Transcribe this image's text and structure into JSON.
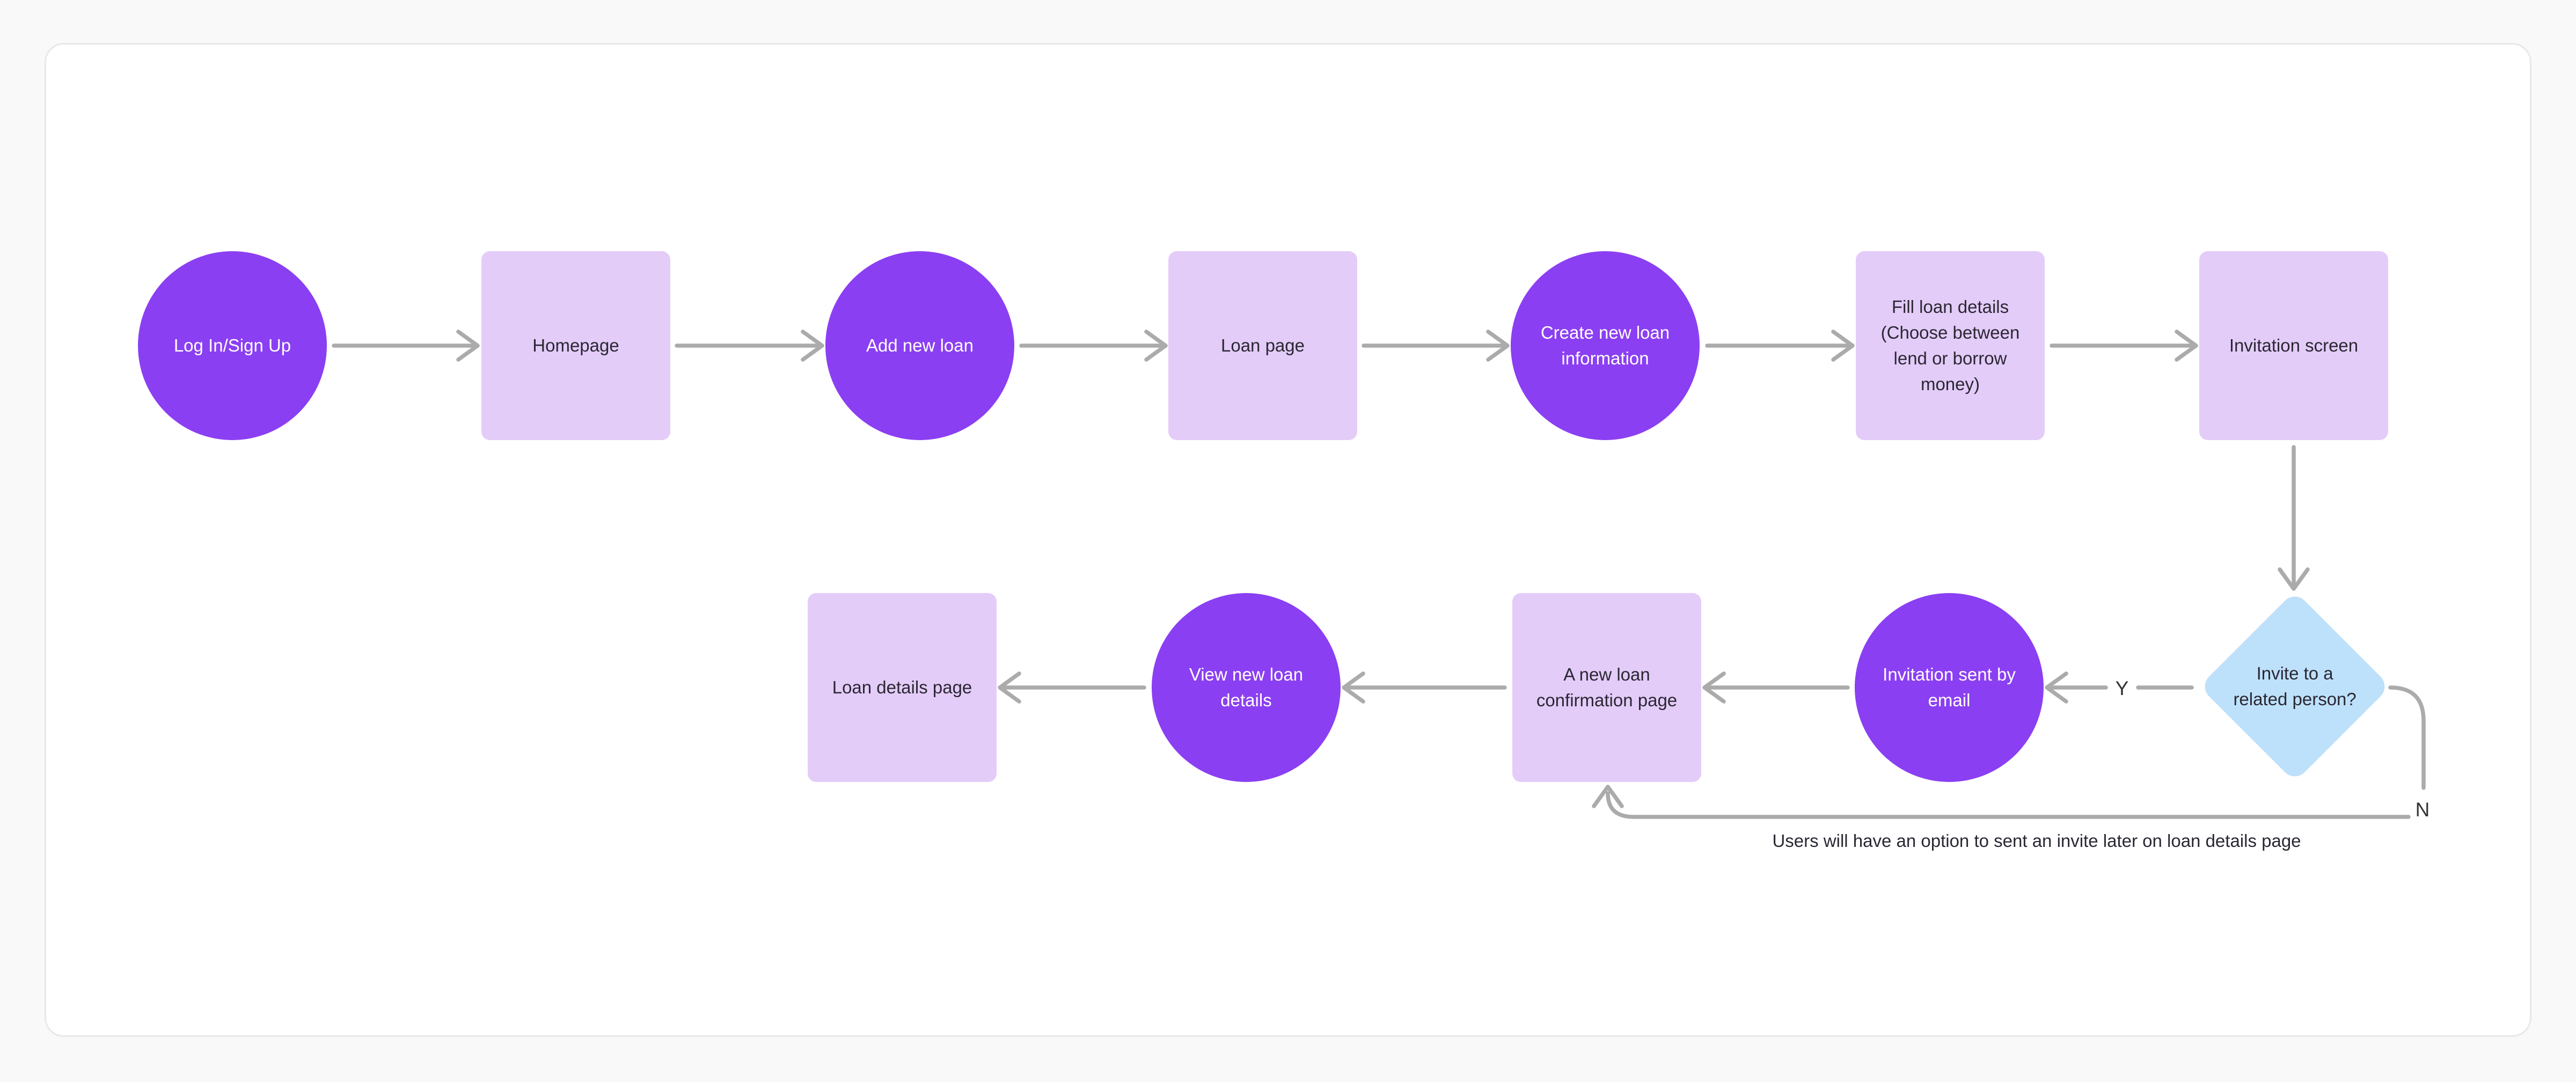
{
  "flowchart": {
    "nodes": {
      "login": {
        "label": "Log In/Sign Up",
        "shape": "circle"
      },
      "homepage": {
        "label": "Homepage",
        "shape": "square"
      },
      "add_new_loan": {
        "label": "Add new loan",
        "shape": "circle"
      },
      "loan_page": {
        "label": "Loan page",
        "shape": "square"
      },
      "create_new_loan_information": {
        "label": "Create new loan information",
        "shape": "circle"
      },
      "fill_loan_details": {
        "label": "Fill loan details (Choose between lend or borrow money)",
        "shape": "square"
      },
      "invitation_screen": {
        "label": "Invitation screen",
        "shape": "square"
      },
      "invite_decision": {
        "label": "Invite to a related person?",
        "shape": "diamond"
      },
      "invitation_sent": {
        "label": "Invitation sent by email",
        "shape": "circle"
      },
      "confirmation_page": {
        "label": "A new loan confirmation page",
        "shape": "square"
      },
      "view_new_loan_details": {
        "label": "View new loan details",
        "shape": "circle"
      },
      "loan_details_page": {
        "label": "Loan details page",
        "shape": "square"
      }
    },
    "branch_labels": {
      "yes": "Y",
      "no": "N"
    },
    "annotation": "Users will have an option to sent an invite later on loan details page",
    "colors": {
      "process_fill": "#8B3FF2",
      "page_fill": "#E4CCF9",
      "decision_fill": "#BEE1FB",
      "connector": "#ABABAB",
      "text_dark": "#2A2733",
      "text_light": "#FFFFFF"
    }
  }
}
